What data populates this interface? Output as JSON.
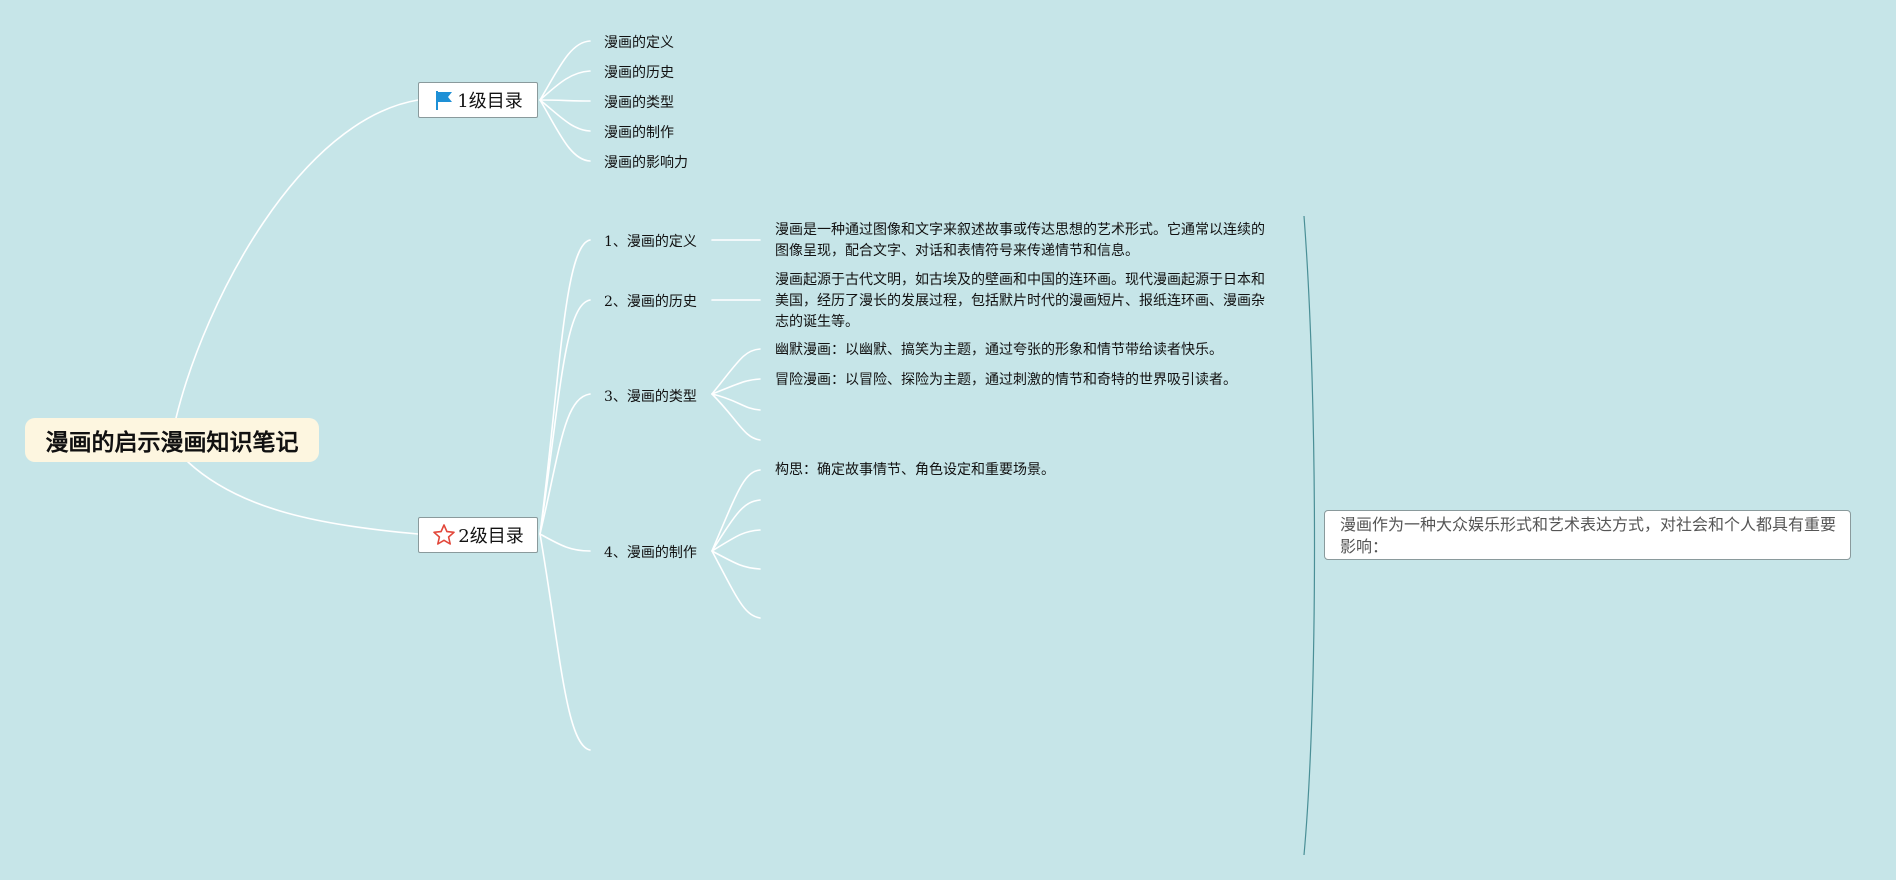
{
  "root": {
    "title": "漫画的启示漫画知识笔记"
  },
  "level1": {
    "label": "1级目录",
    "icon": "flag-icon",
    "icon_color": "#1e90d6",
    "items": [
      "漫画的定义",
      "漫画的历史",
      "漫画的类型",
      "漫画的制作",
      "漫画的影响力"
    ]
  },
  "level2": {
    "label": "2级目录",
    "icon": "star-icon",
    "icon_color": "#e2473a",
    "topics": [
      {
        "label": "1、漫画的定义",
        "details": [
          [
            "漫画是一种通过图像和文字来叙述故事或传达思想的艺术形式。它通常以连续的",
            "图像呈现，配合文字、对话和表情符号来传递情节和信息。"
          ]
        ]
      },
      {
        "label": "2、漫画的历史",
        "details": [
          [
            "漫画起源于古代文明，如古埃及的壁画和中国的连环画。现代漫画起源于日本和",
            "美国，经历了漫长的发展过程，包括默片时代的漫画短片、报纸连环画、漫画杂",
            "志的诞生等。"
          ]
        ]
      },
      {
        "label": "3、漫画的类型",
        "details": [
          [
            "幽默漫画：以幽默、搞笑为主题，通过夸张的形象和情节带给读者快乐。"
          ],
          [
            "冒险漫画：以冒险、探险为主题，通过刺激的情节和奇特的世界吸引读者。"
          ]
        ]
      },
      {
        "label": "4、漫画的制作",
        "details": [
          [
            "构思：确定故事情节、角色设定和重要场景。"
          ]
        ]
      }
    ]
  },
  "summary": {
    "lines": [
      "漫画作为一种大众娱乐形式和艺术表达方式，对社会和个人都具有重要",
      "影响："
    ]
  },
  "colors": {
    "background": "#c6e5e8",
    "root_fill": "#fdf6e0",
    "connector": "#ffffff",
    "brace": "#4a8f96"
  }
}
